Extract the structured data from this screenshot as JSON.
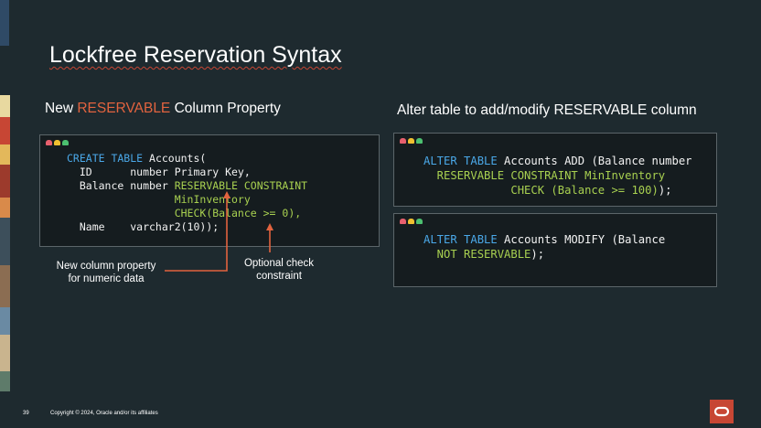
{
  "slide": {
    "title": "Lockfree Reservation Syntax",
    "left_heading": {
      "prefix": "New ",
      "highlight": "RESERVABLE",
      "suffix": " Column Property"
    },
    "right_heading": "Alter table to add/modify RESERVABLE column",
    "annotations": {
      "column_property": [
        "New column property",
        "for numeric data"
      ],
      "check_constraint": [
        "Optional check",
        "constraint"
      ]
    },
    "footer": {
      "page_number": "39",
      "copyright": "Copyright © 2024, Oracle and/or its affiliates"
    },
    "logo_icon": "oracle-logo-icon"
  },
  "code_blocks": {
    "create": [
      [
        {
          "t": "CREATE TABLE",
          "c": "kw"
        },
        {
          "t": " Accounts(",
          "c": ""
        }
      ],
      [
        {
          "t": "  ID      number Primary Key,",
          "c": ""
        }
      ],
      [
        {
          "t": "  Balance number ",
          "c": ""
        },
        {
          "t": "RESERVABLE CONSTRAINT",
          "c": "gr"
        }
      ],
      [
        {
          "t": "                 MinInventory",
          "c": "gr"
        }
      ],
      [
        {
          "t": "                 CHECK(Balance >= 0),",
          "c": "gr"
        }
      ],
      [
        {
          "t": "  Name    varchar2(10));",
          "c": ""
        }
      ]
    ],
    "alter_add": [
      [
        {
          "t": "ALTER TABLE",
          "c": "kw"
        },
        {
          "t": " Accounts ADD (Balance number",
          "c": ""
        }
      ],
      [
        {
          "t": "  RESERVABLE CONSTRAINT MinInventory",
          "c": "gr"
        }
      ],
      [
        {
          "t": "             CHECK (Balance >= 100)",
          "c": "gr"
        },
        {
          "t": ");",
          "c": ""
        }
      ]
    ],
    "alter_modify": [
      [
        {
          "t": "ALTER TABLE",
          "c": "kw"
        },
        {
          "t": " Accounts MODIFY (Balance",
          "c": ""
        }
      ],
      [
        {
          "t": "  NOT RESERVABLE",
          "c": "gr"
        },
        {
          "t": ");",
          "c": ""
        }
      ]
    ]
  },
  "colors": {
    "background": "#1e2a2f",
    "accent": "#e2633f",
    "keyword": "#4aa8e8",
    "green": "#a8d050",
    "dot_red": "#e8606e",
    "dot_yellow": "#f0c030",
    "dot_green": "#4cc070"
  }
}
